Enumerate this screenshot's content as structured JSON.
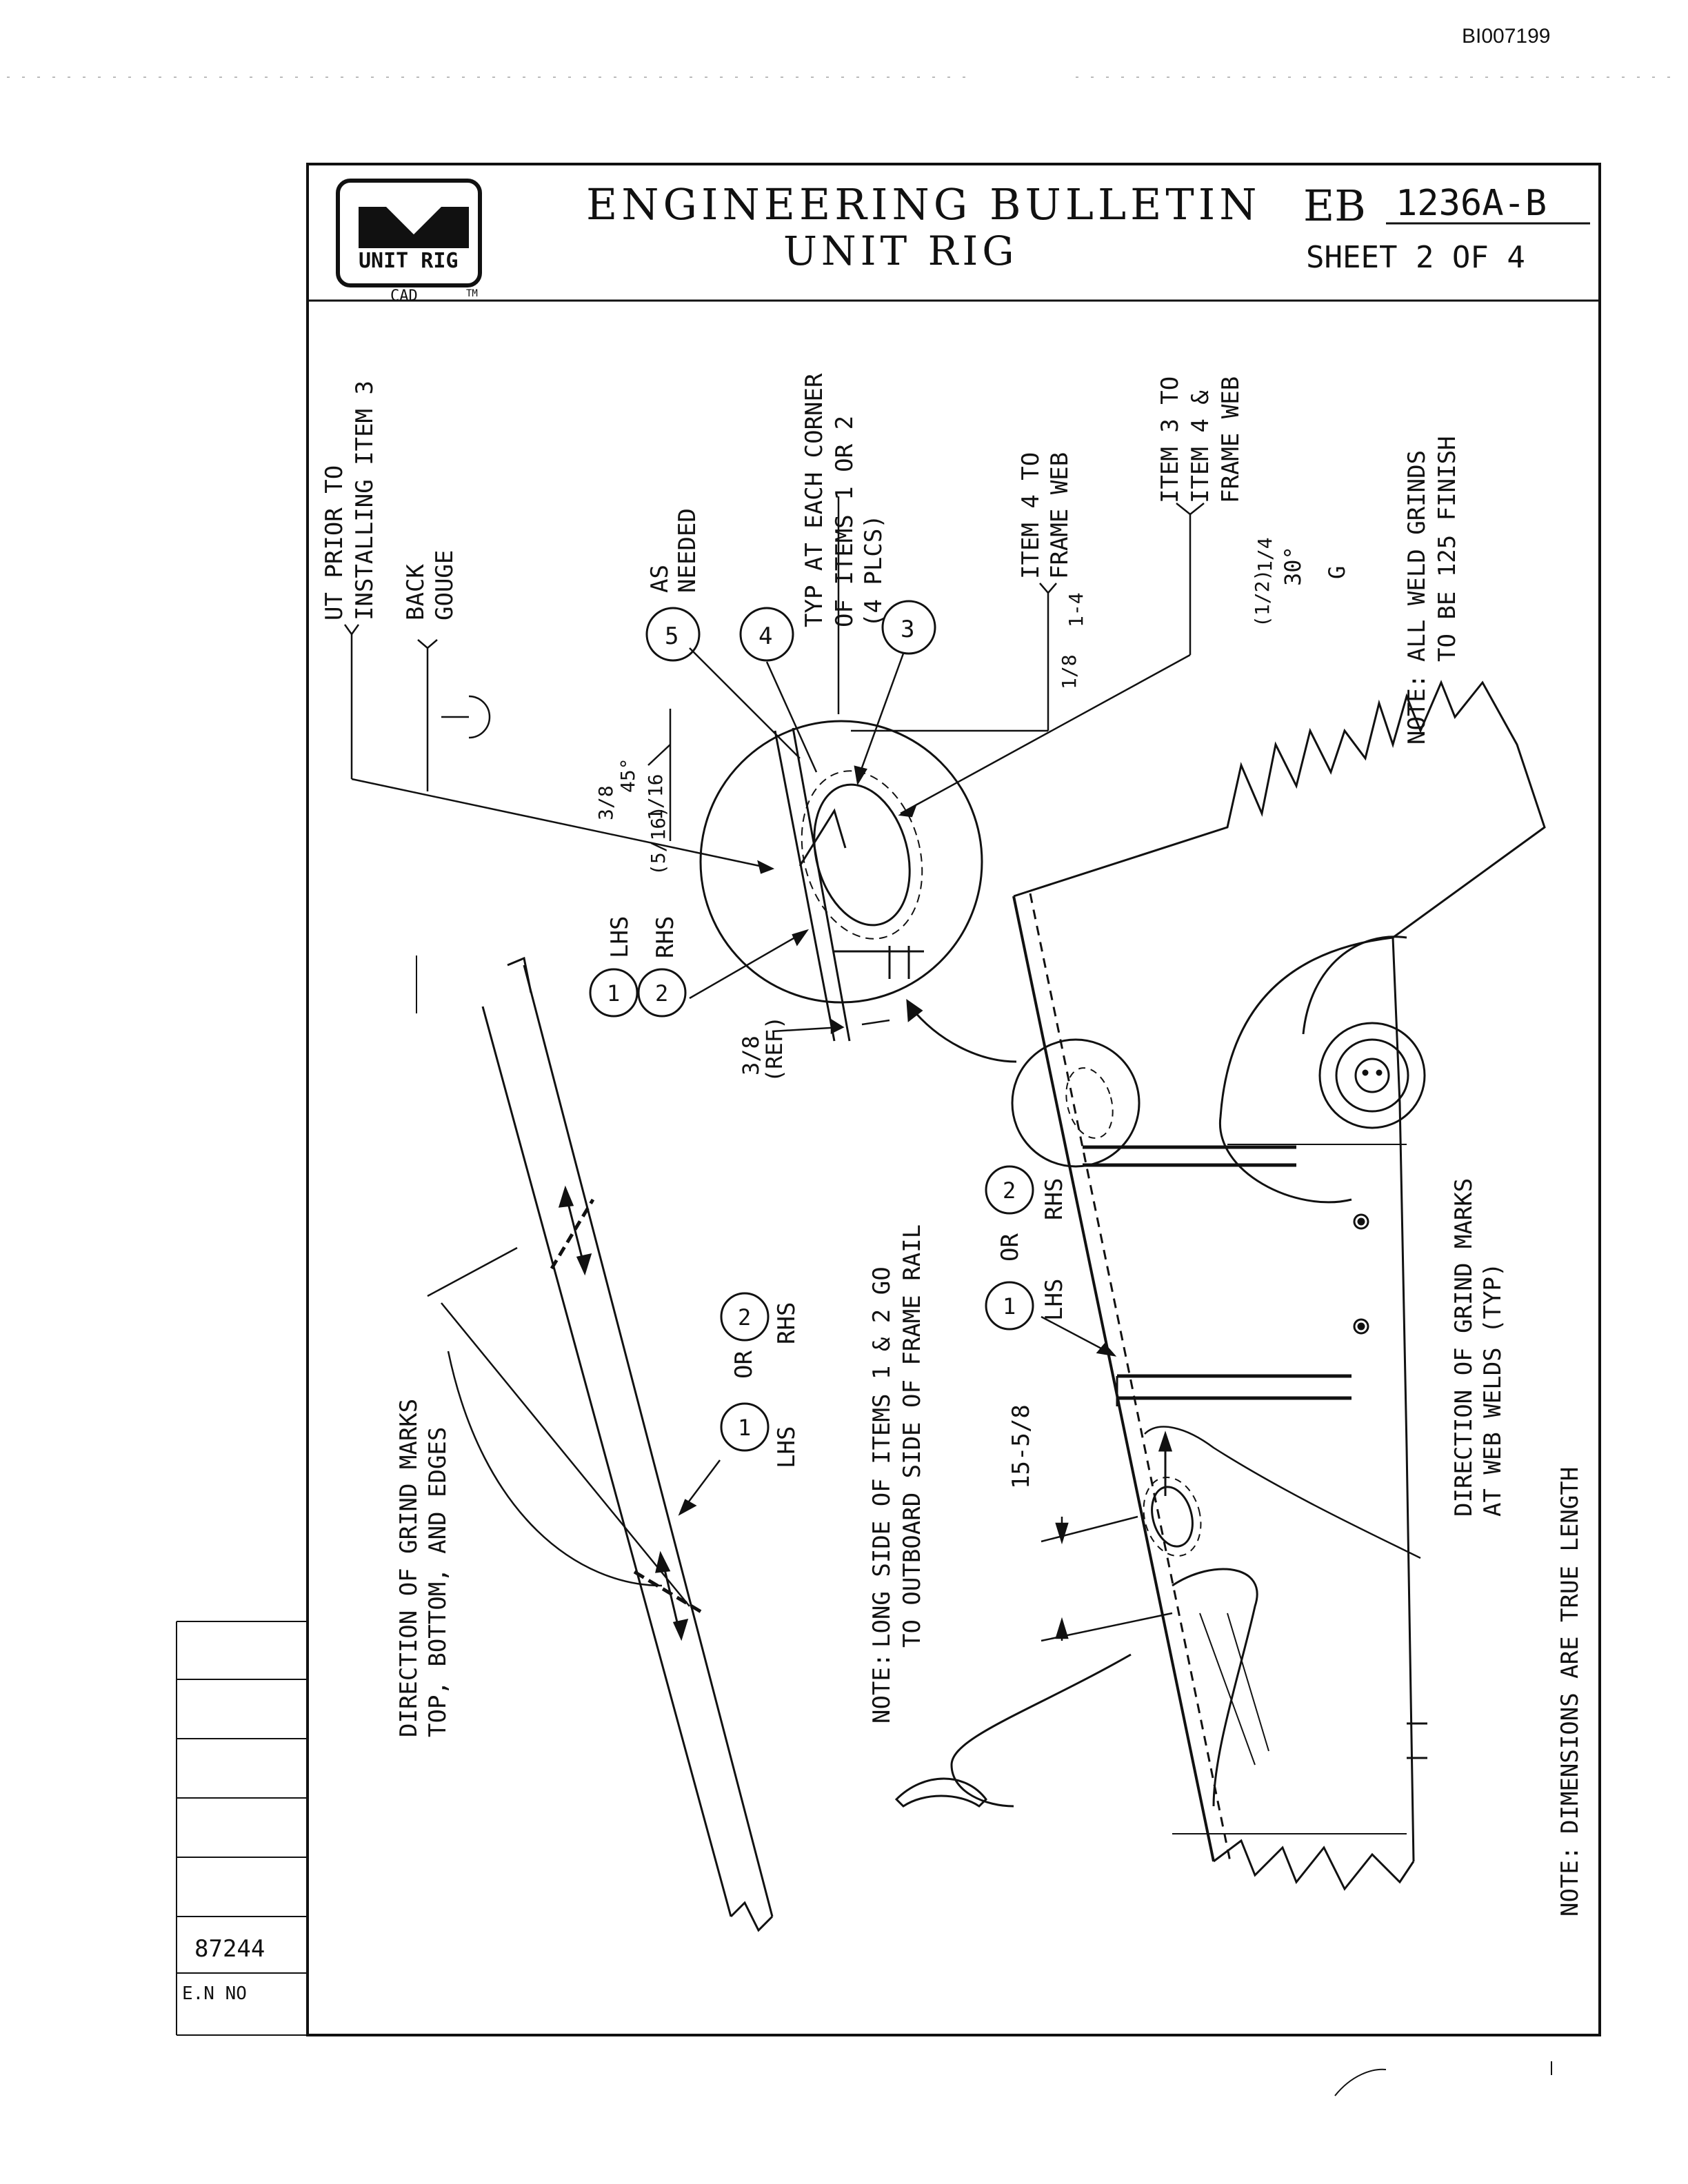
{
  "document_id": "BI007199",
  "title_block": {
    "logo_text": "UNIT RIG",
    "logo_mark": "TM",
    "logo_sub": "CAD",
    "title": "ENGINEERING BULLETIN",
    "subtitle": "UNIT RIG",
    "eb_prefix": "EB",
    "eb_number": "1236A-B",
    "sheet": "SHEET 2 OF 4"
  },
  "revision_block": {
    "en_value": "87244",
    "en_label": "E.N NO"
  },
  "callouts": {
    "ut_prior_1": "UT PRIOR TO",
    "ut_prior_2": "INSTALLING ITEM 3",
    "back_gouge_1": "BACK",
    "back_gouge_2": "GOUGE",
    "as_needed_1": "AS",
    "as_needed_2": "NEEDED",
    "typ_corner_1": "TYP AT EACH CORNER",
    "typ_corner_2": "OF ITEMS 1 OR 2",
    "typ_corner_3": "(4 PLCS)",
    "item4_frame_1": "ITEM 4 TO",
    "item4_frame_2": "FRAME WEB",
    "item3_1": "ITEM 3 TO",
    "item3_2": "ITEM 4 &",
    "item3_3": "FRAME WEB",
    "weld_45": "45°",
    "weld_30": "30°",
    "weld_g": "G",
    "weld_1_4": "1-4",
    "weld_frac_5_16": "(5/16)",
    "weld_frac_1_16": "1/16",
    "weld_frac_1_8": "1/8",
    "weld_frac_1_2": "(1/2)",
    "weld_frac_1_4": "1/4",
    "weld_frac_3_8": "3/8",
    "ref_dim": "3/8",
    "ref_label": "(REF)",
    "dim_15_5_8": "15-5/8",
    "lhs": "LHS",
    "rhs": "RHS",
    "or": "OR",
    "item_1": "1",
    "item_2": "2",
    "item_3": "3",
    "item_4": "4",
    "item_5": "5"
  },
  "notes": {
    "weld_grinds_label": "NOTE:",
    "weld_grinds_1": "ALL WELD GRINDS",
    "weld_grinds_2": "TO BE 125 FINISH",
    "long_side_label": "NOTE:",
    "long_side_1": "LONG SIDE OF ITEMS 1 & 2 GO",
    "long_side_2": "TO OUTBOARD SIDE OF FRAME RAIL",
    "grind_marks_1": "DIRECTION OF GRIND MARKS",
    "grind_marks_2": "TOP, BOTTOM, AND EDGES",
    "web_welds_1": "DIRECTION OF GRIND MARKS",
    "web_welds_2": "AT WEB WELDS (TYP)",
    "true_length_label": "NOTE:",
    "true_length": "DIMENSIONS ARE TRUE LENGTH"
  }
}
